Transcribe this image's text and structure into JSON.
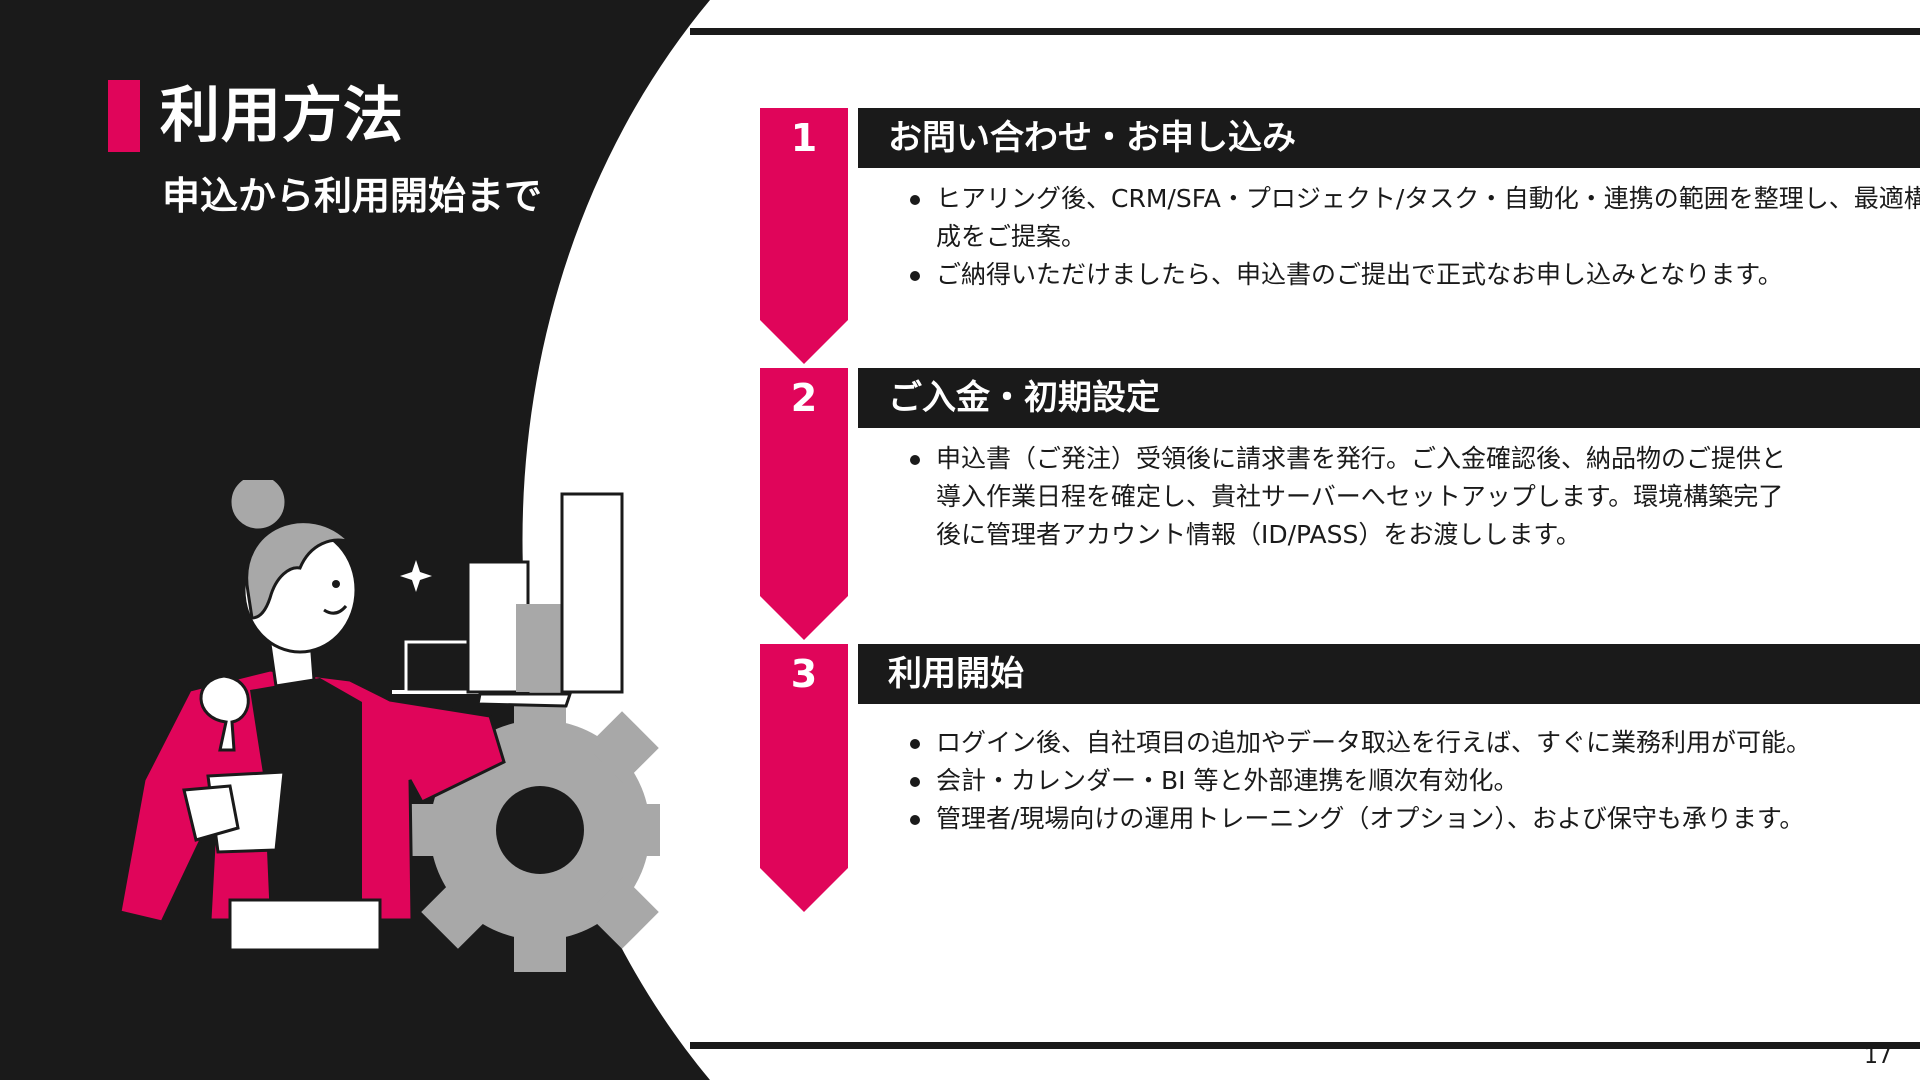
{
  "slide": {
    "title": "利用方法",
    "subtitle": "申込から利用開始まで",
    "page_number": "17"
  },
  "colors": {
    "dark": "#1a1a1a",
    "accent": "#e0055a",
    "gray": "#a8a8a8"
  },
  "steps": [
    {
      "number": "1",
      "title": "お問い合わせ・お申し込み",
      "bullets": [
        "ヒアリング後、CRM/SFA・プロジェクト/タスク・自動化・連携の範囲を整理し、最適構成をご提案。",
        "ご納得いただけましたら、申込書のご提出で正式なお申し込みとなります。"
      ]
    },
    {
      "number": "2",
      "title": "ご入金・初期設定",
      "bullets": [
        "申込書（ご発注）受領後に請求書を発行。ご入金確認後、納品物のご提供と導入作業日程を確定し、貴社サーバーへセットアップします。環境構築完了後に管理者アカウント情報（ID/PASS）をお渡しします。"
      ]
    },
    {
      "number": "3",
      "title": "利用開始",
      "bullets": [
        "ログイン後、自社項目の追加やデータ取込を行えば、すぐに業務利用が可能。",
        "会計・カレンダー・BI 等と外部連携を順次有効化。",
        "管理者/現場向けの運用トレーニング（オプション）、および保守も承ります。"
      ]
    }
  ]
}
